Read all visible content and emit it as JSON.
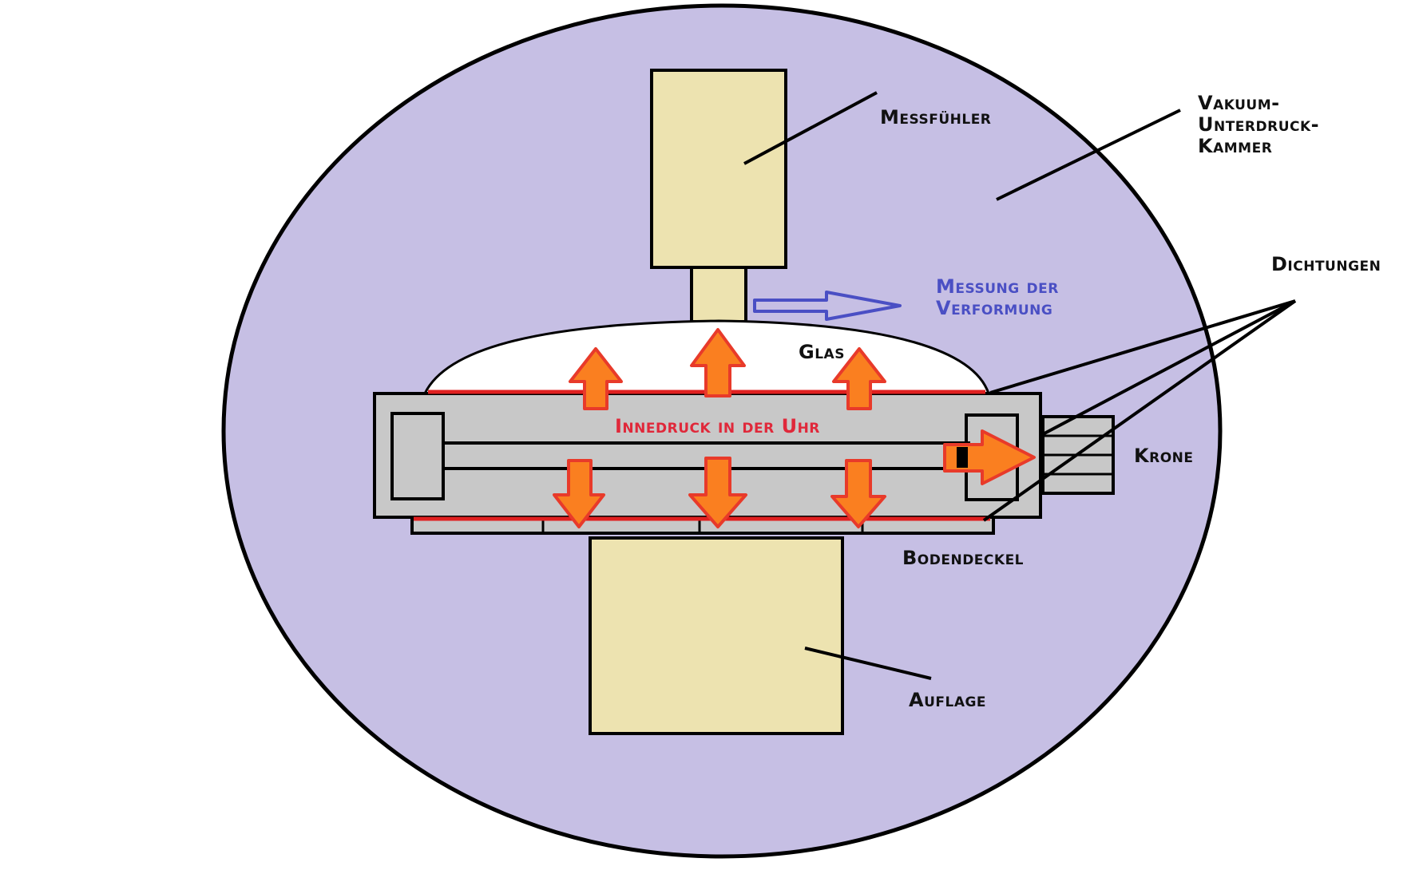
{
  "colors": {
    "chamber": "#c6bfe4",
    "component": "#ede3b0",
    "housing": "#c8c8c8",
    "seal": "#e02020",
    "pressure_arrow": "#fa7f20",
    "pressure_arrow_outline": "#e83a2a",
    "measure_arrow": "#4a4fc4",
    "outline": "#000000",
    "glass": "#ffffff"
  },
  "labels": {
    "messfuehler": "Messfühler",
    "vakuum_kammer": [
      "Vakuum-",
      "Unterdruck-",
      "Kammer"
    ],
    "dichtungen": "Dichtungen",
    "messung": [
      "Messung der",
      "Verformung"
    ],
    "glas": "Glas",
    "innendruck": "Innedruck in der Uhr",
    "krone": "Krone",
    "bodendeckel": "Bodendeckel",
    "auflage": "Auflage"
  },
  "icons": {
    "pressure_arrows": "block-arrow-icon",
    "measure_arrow": "outline-arrow-icon"
  }
}
